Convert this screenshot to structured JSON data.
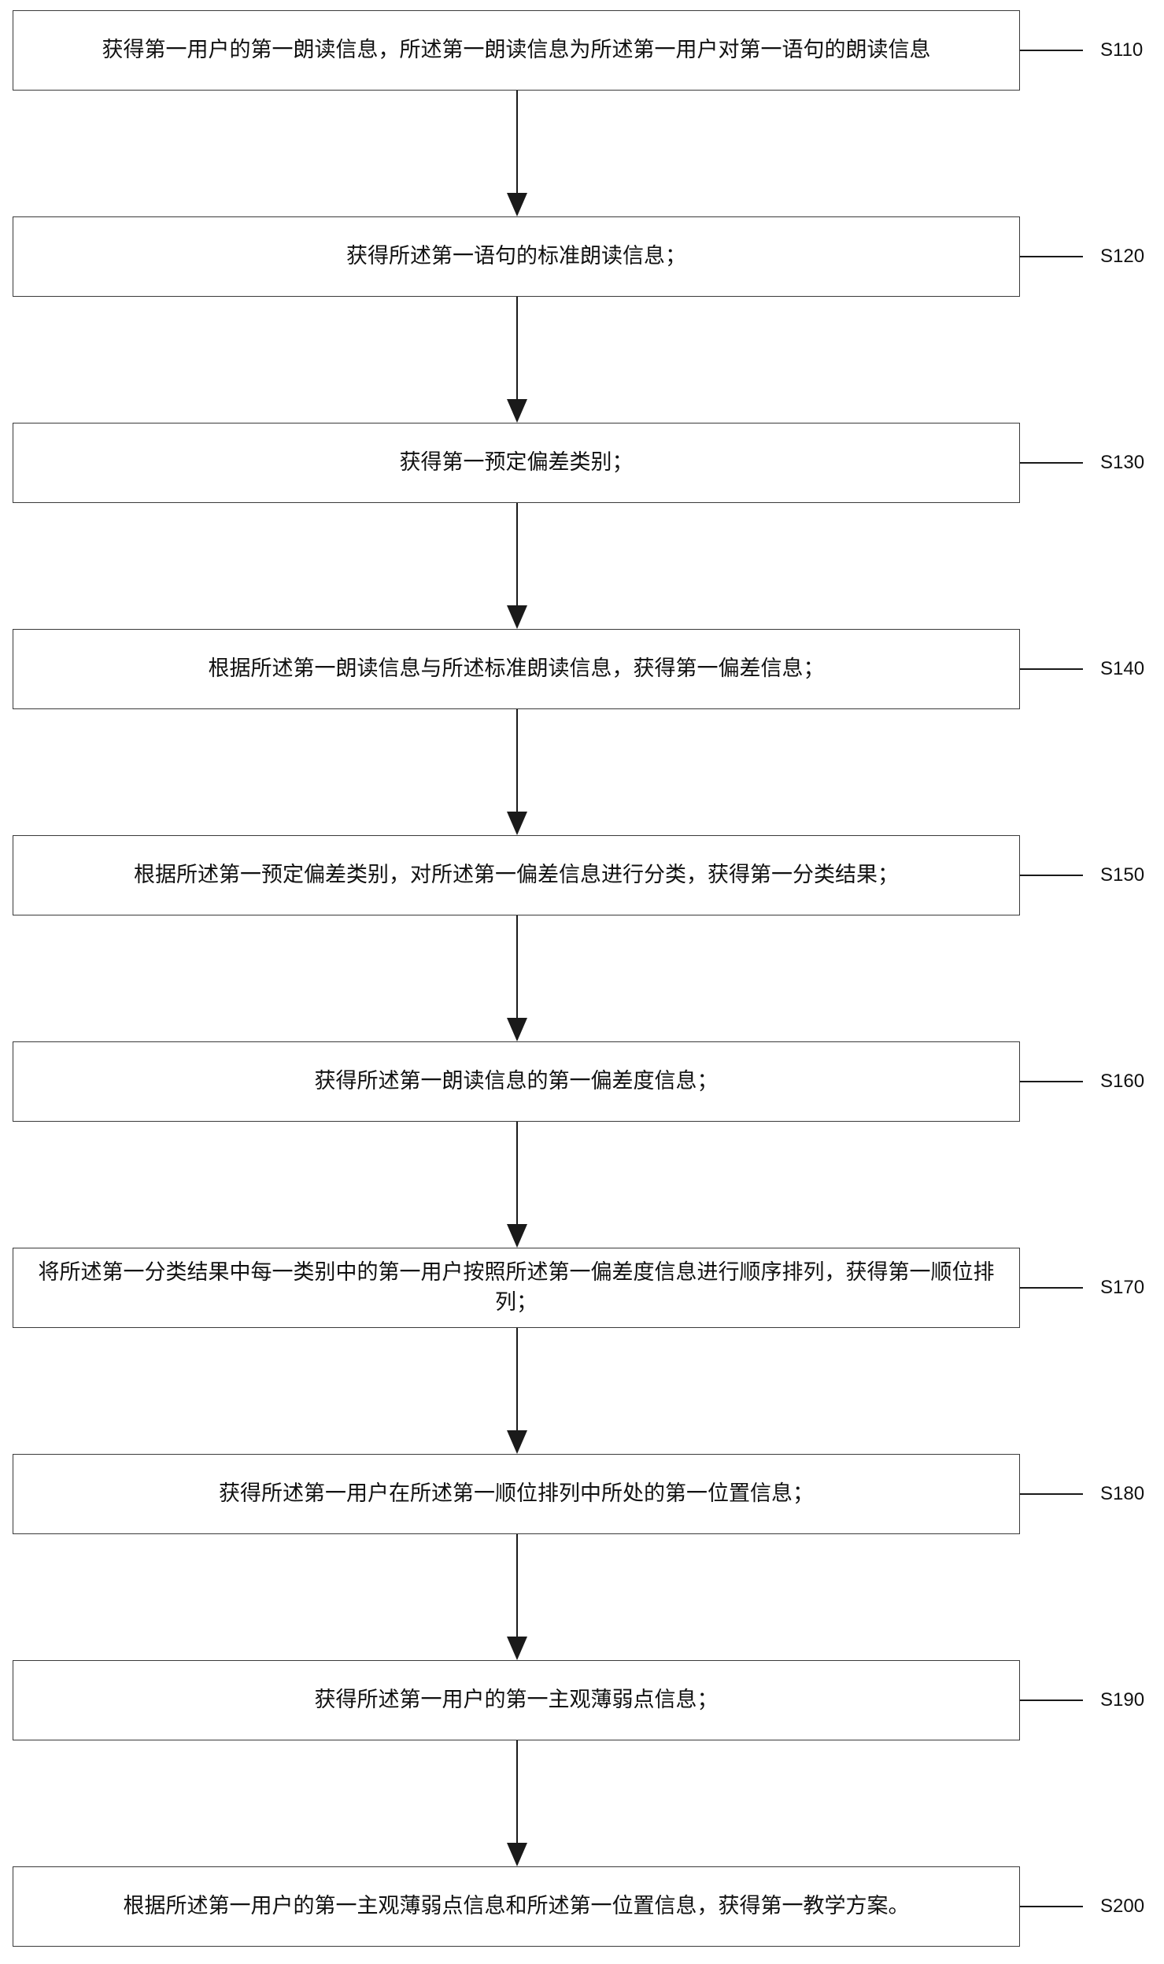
{
  "steps": [
    {
      "id": "S110",
      "text": "获得第一用户的第一朗读信息，所述第一朗读信息为所述第一用户对第一语句的朗读信息"
    },
    {
      "id": "S120",
      "text": "获得所述第一语句的标准朗读信息；"
    },
    {
      "id": "S130",
      "text": "获得第一预定偏差类别；"
    },
    {
      "id": "S140",
      "text": "根据所述第一朗读信息与所述标准朗读信息，获得第一偏差信息；"
    },
    {
      "id": "S150",
      "text": "根据所述第一预定偏差类别，对所述第一偏差信息进行分类，获得第一分类结果；"
    },
    {
      "id": "S160",
      "text": "获得所述第一朗读信息的第一偏差度信息；"
    },
    {
      "id": "S170",
      "text": "将所述第一分类结果中每一类别中的第一用户按照所述第一偏差度信息进行顺序排列，获得第一顺位排列；"
    },
    {
      "id": "S180",
      "text": "获得所述第一用户在所述第一顺位排列中所处的第一位置信息；"
    },
    {
      "id": "S190",
      "text": "获得所述第一用户的第一主观薄弱点信息；"
    },
    {
      "id": "S200",
      "text": "根据所述第一用户的第一主观薄弱点信息和所述第一位置信息，获得第一教学方案。"
    }
  ],
  "colors": {
    "line": "#1a1a1a",
    "box_border": "#3a3a3a",
    "text": "#111111",
    "background": "#ffffff"
  }
}
